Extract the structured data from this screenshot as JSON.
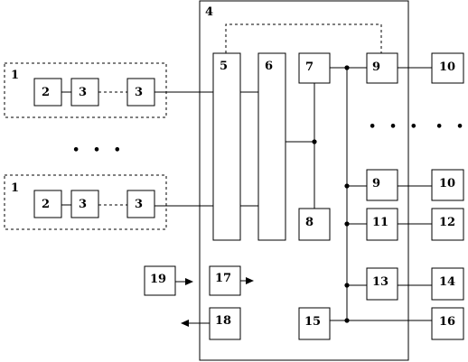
{
  "labels": {
    "group_a": "1",
    "group_b": "1",
    "a2": "2",
    "a3": "3",
    "a3b": "3",
    "b2": "2",
    "b3": "3",
    "b3b": "3",
    "main": "4",
    "n5": "5",
    "n6": "6",
    "n7": "7",
    "n8": "8",
    "n9a": "9",
    "n9b": "9",
    "n10a": "10",
    "n10b": "10",
    "n11": "11",
    "n12": "12",
    "n13": "13",
    "n14": "14",
    "n15": "15",
    "n16": "16",
    "n17": "17",
    "n18": "18",
    "n19": "19"
  },
  "ellipsis": "• • •"
}
